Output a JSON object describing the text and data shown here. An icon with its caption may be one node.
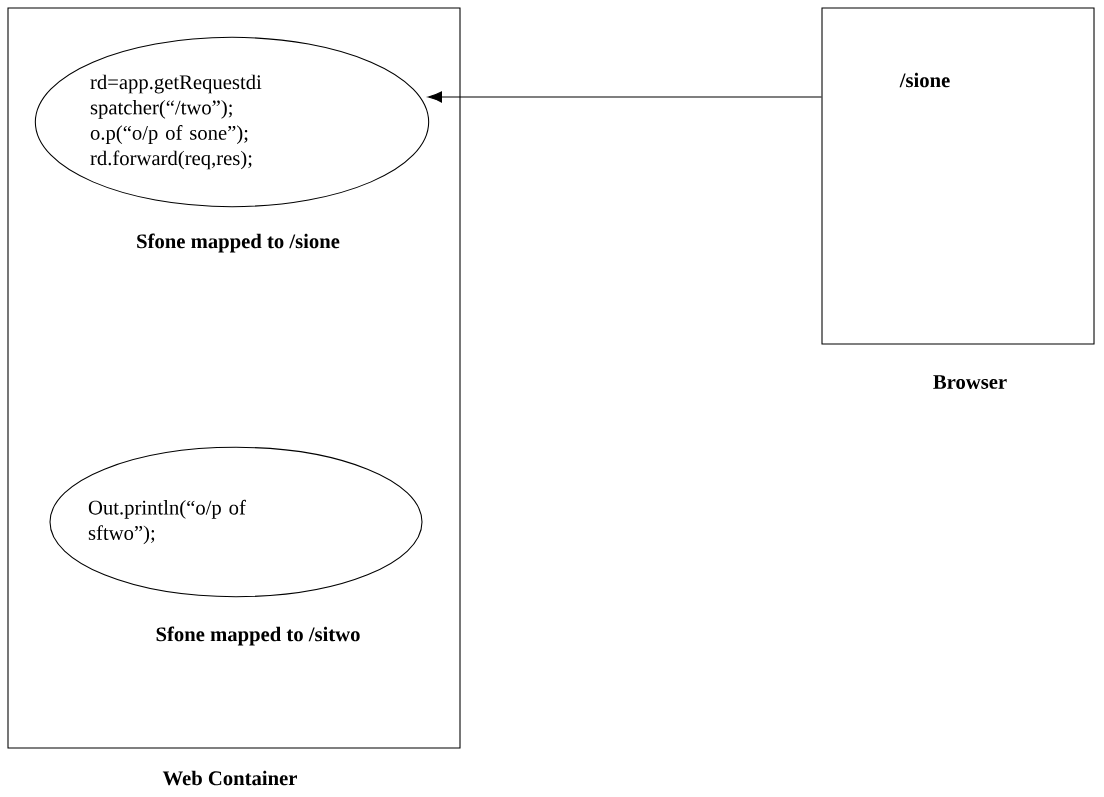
{
  "diagram": {
    "nodes": [
      {
        "text": [
          "Web Container"
        ]
      },
      {
        "text": [
          "rd=app.getRequestdi spatcher(“/two”); o.p(“o/p of sone”); rd.forward(req,res);"
        ],
        "in": 0,
        "beside": [
          "Sfone mapped to /sione"
        ]
      },
      {
        "text": [
          "Out.println(“o/p of sftwo”);"
        ],
        "in": 0,
        "beside": [
          "Sfone mapped to /sitwo"
        ]
      },
      {
        "text": [
          "/sione",
          "Browser"
        ]
      }
    ],
    "edges": [
      {
        "from": 3,
        "to": 1,
        "arrow": "to"
      }
    ]
  }
}
